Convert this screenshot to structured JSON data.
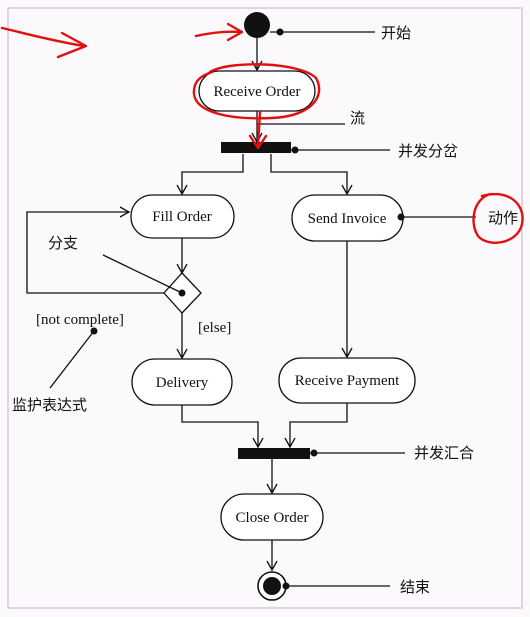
{
  "diagram": {
    "nodes": {
      "receive_order": "Receive Order",
      "fill_order": "Fill Order",
      "send_invoice": "Send Invoice",
      "delivery": "Delivery",
      "receive_payment": "Receive Payment",
      "close_order": "Close Order"
    },
    "guards": {
      "not_complete": "[not complete]",
      "else": "[else]"
    },
    "annotations": {
      "start": "开始",
      "flow": "流",
      "fork": "并发分岔",
      "action": "动作",
      "branch": "分支",
      "guard_expression": "监护表达式",
      "join": "并发汇合",
      "end": "结束"
    }
  },
  "colors": {
    "ink": "#111111",
    "highlight": "#e01010",
    "background": "#fbf9fb"
  }
}
